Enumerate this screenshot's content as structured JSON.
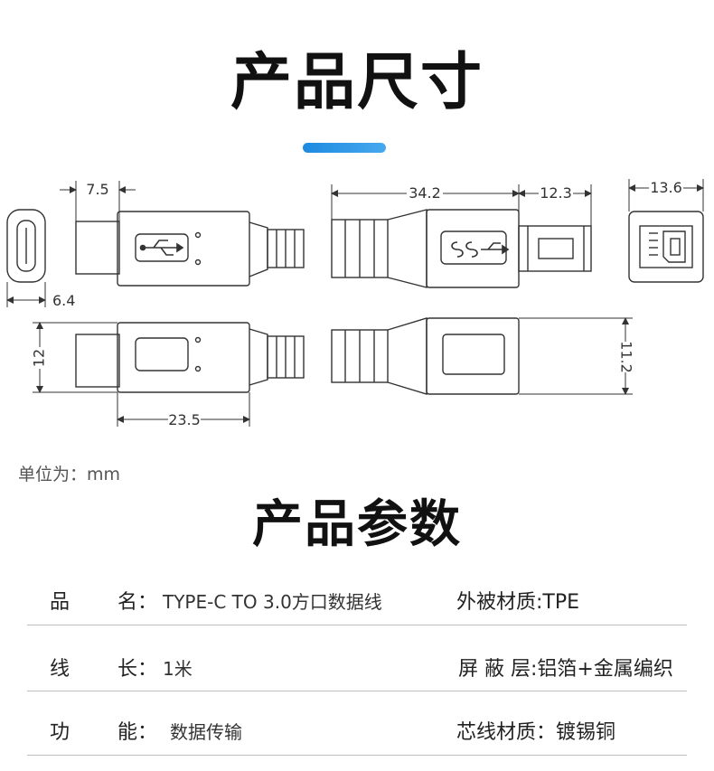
{
  "header": {
    "title": "产品尺寸",
    "accent_color": "#2b93e6"
  },
  "drawing": {
    "dim_top_left": "7.5",
    "dim_left_bottom": "6.4",
    "dim_height_left": "12",
    "dim_bottom_center": "23.5",
    "dim_top_mid": "34.2",
    "dim_top_right": "12.3",
    "dim_far_right": "13.6",
    "dim_height_right": "11.2"
  },
  "unit_label": "单位为：mm",
  "params_title": "产品参数",
  "params": [
    {
      "l1": "品",
      "l2": "名：",
      "v": "TYPE-C TO 3.0方口数据线",
      "r": "外被材质:TPE"
    },
    {
      "l1": "线",
      "l2": "长：",
      "v": "1米",
      "r": "屏 蔽 层:铝箔+金属编织"
    },
    {
      "l1": "功",
      "l2": "能：",
      "v": "数据传输",
      "r": "芯线材质：镀锡铜"
    }
  ]
}
